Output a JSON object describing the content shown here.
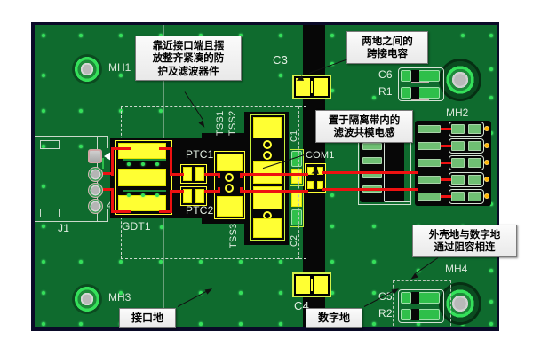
{
  "figure": {
    "kind": "pcb-layout-diagram",
    "background": "#ffffff",
    "board_color": "#0d5c28",
    "copper_zone_color": "#0f6b2e",
    "isolation_band_color": "#070707",
    "pad_color": "#ffff33",
    "trace_color": "#ee1111"
  },
  "mounting_holes": [
    {
      "id": "MH1",
      "label": "MH1"
    },
    {
      "id": "MH2",
      "label": "MH2"
    },
    {
      "id": "MH3",
      "label": "MH3"
    },
    {
      "id": "MH4",
      "label": "MH4"
    }
  ],
  "designators": {
    "j1": "J1",
    "gdt1": "GDT1",
    "ptc1": "PTC1",
    "ptc2": "PTC2",
    "tss1": "TSS1",
    "tss2": "TSS2",
    "tss3": "TSS3",
    "c1": "C1",
    "c2": "C2",
    "c3": "C3",
    "c4": "C4",
    "c5": "C5",
    "c6": "C6",
    "r1": "R1",
    "r2": "R2",
    "com1": "COM1",
    "pin4": "4"
  },
  "annotations": [
    {
      "id": "protection-filter-note",
      "text": "靠近接口端且摆\n放整齐紧凑的防\n护及滤波器件"
    },
    {
      "id": "cross-ground-cap-note",
      "text": "两地之间的\n跨接电容"
    },
    {
      "id": "common-mode-choke-note",
      "text": "置于隔离带内的\n滤波共模电感"
    },
    {
      "id": "chassis-digital-ground-note",
      "text": "外壳地与数字地\n通过阻容相连"
    },
    {
      "id": "interface-ground-note",
      "text": "接口地"
    },
    {
      "id": "digital-ground-note",
      "text": "数字地"
    }
  ]
}
